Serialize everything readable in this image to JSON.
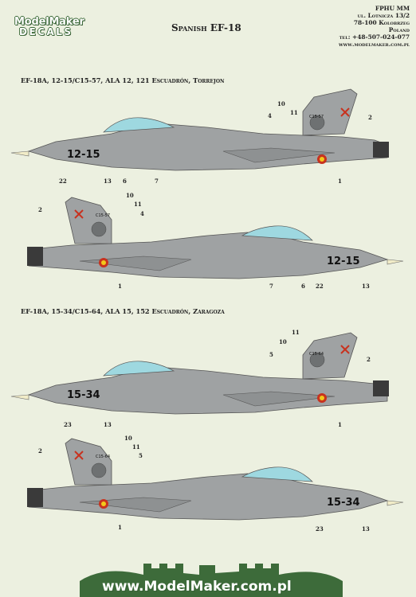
{
  "header": {
    "logo_line1": "ModelMaker",
    "logo_line2": "DECALS",
    "title": "Spanish EF-18",
    "address": [
      "FPHU MM",
      "ul. Lotnicza 13/2",
      "78-100 Kolobrzeg",
      "Poland",
      "tel: +48-507-024-077",
      "www.modelmaker.com.pl"
    ]
  },
  "sections": [
    {
      "heading": "EF-18A, 12-15/C15-57, ALA 12, 121 Escuadrón, Torrejon",
      "tail_code": "12-15",
      "fin_code": "C15-57",
      "profiles": [
        {
          "view": "port",
          "callouts": [
            "11",
            "10",
            "4",
            "2",
            "22",
            "13",
            "6",
            "7",
            "1"
          ]
        },
        {
          "view": "starboard",
          "callouts": [
            "2",
            "10",
            "11",
            "4",
            "1",
            "7",
            "6",
            "22",
            "13"
          ]
        }
      ]
    },
    {
      "heading": "EF-18A, 15-34/C15-64, ALA 15, 152 Escuadrón, Zaragoza",
      "tail_code": "15-34",
      "fin_code": "C15-64",
      "profiles": [
        {
          "view": "port",
          "callouts": [
            "11",
            "10",
            "5",
            "2",
            "23",
            "13",
            "1"
          ]
        },
        {
          "view": "starboard",
          "callouts": [
            "2",
            "10",
            "11",
            "5",
            "1",
            "23",
            "13"
          ]
        }
      ]
    }
  ],
  "footer": {
    "url": "www.ModelMaker.com.pl"
  },
  "colors": {
    "background": "#ecf0e0",
    "aircraft_grey": "#9fa2a3",
    "canopy": "#9ed8e0",
    "roundel_red": "#c8321e",
    "roundel_yellow": "#f2c81a",
    "logo_green": "#3d6b3a"
  }
}
